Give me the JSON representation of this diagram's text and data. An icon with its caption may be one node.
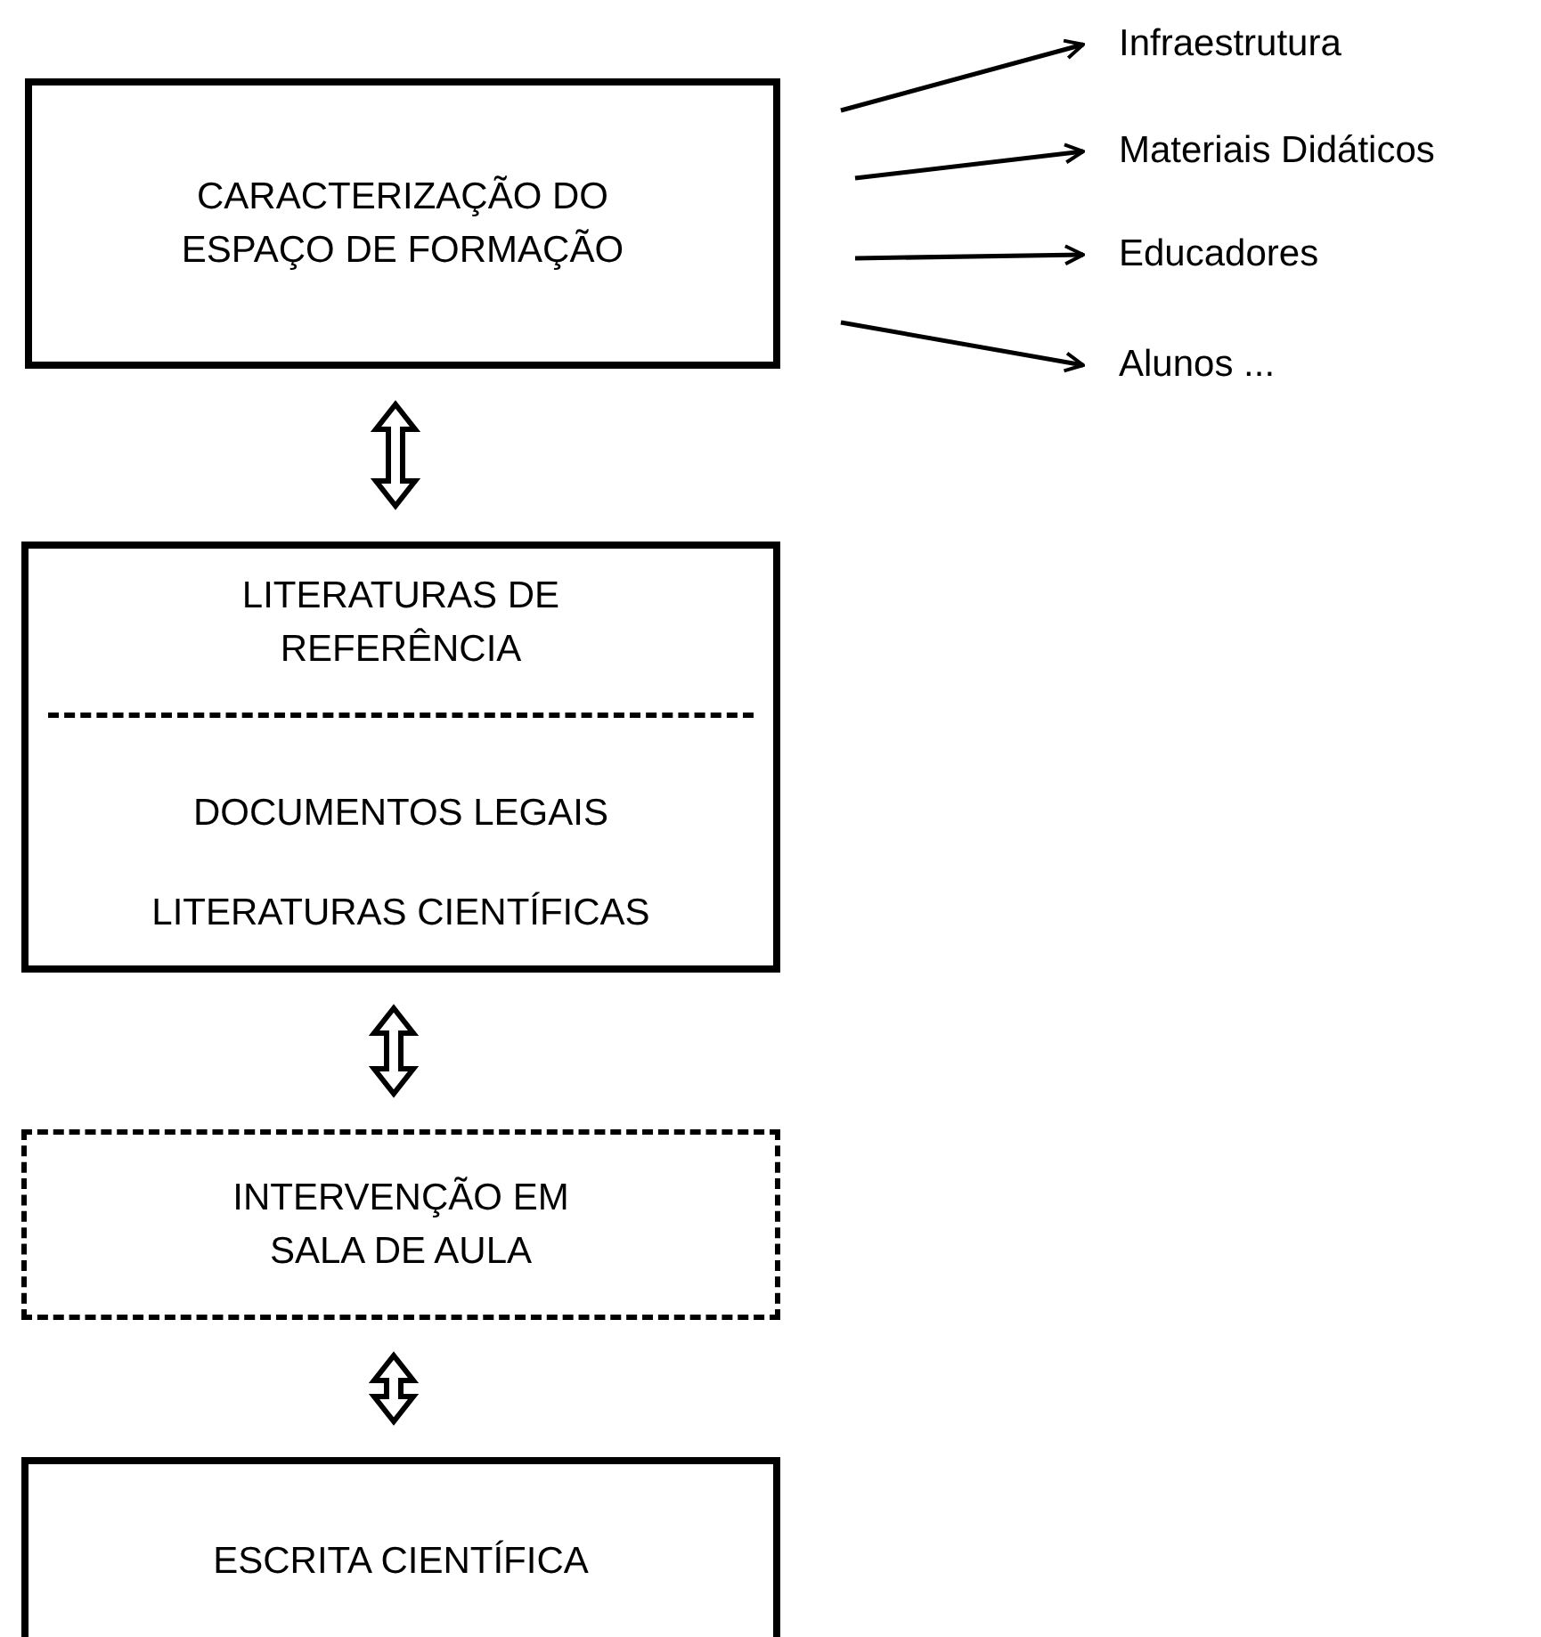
{
  "diagram": {
    "nodes": [
      {
        "text": [
          "CARACTERIZAÇÃO DO ESPAÇO DE FORMAÇÃO"
        ]
      },
      {
        "text": [
          "LITERATURAS DE REFERÊNCIA",
          "DOCUMENTOS LEGAIS",
          "LITERATURAS CIENTÍFICAS"
        ]
      },
      {
        "text": [
          "INTERVENÇÃO EM SALA DE AULA"
        ]
      },
      {
        "text": [
          "ESCRITA CIENTÍFICA"
        ]
      },
      {
        "text": [
          "Infraestrutura"
        ]
      },
      {
        "text": [
          "Materiais Didáticos"
        ]
      },
      {
        "text": [
          "Educadores"
        ]
      },
      {
        "text": [
          "Alunos ..."
        ]
      }
    ],
    "edges": [
      {
        "from": 0,
        "to": 1,
        "arrow": "both",
        "style": "thick"
      },
      {
        "from": 1,
        "to": 2,
        "arrow": "both",
        "style": "thick"
      },
      {
        "from": 2,
        "to": 3,
        "arrow": "both",
        "style": "thick"
      },
      {
        "from": null,
        "to": 4,
        "arrow": "to"
      },
      {
        "from": null,
        "to": 5,
        "arrow": "to"
      },
      {
        "from": null,
        "to": 6,
        "arrow": "to"
      },
      {
        "from": null,
        "to": 7,
        "arrow": "to"
      }
    ]
  }
}
